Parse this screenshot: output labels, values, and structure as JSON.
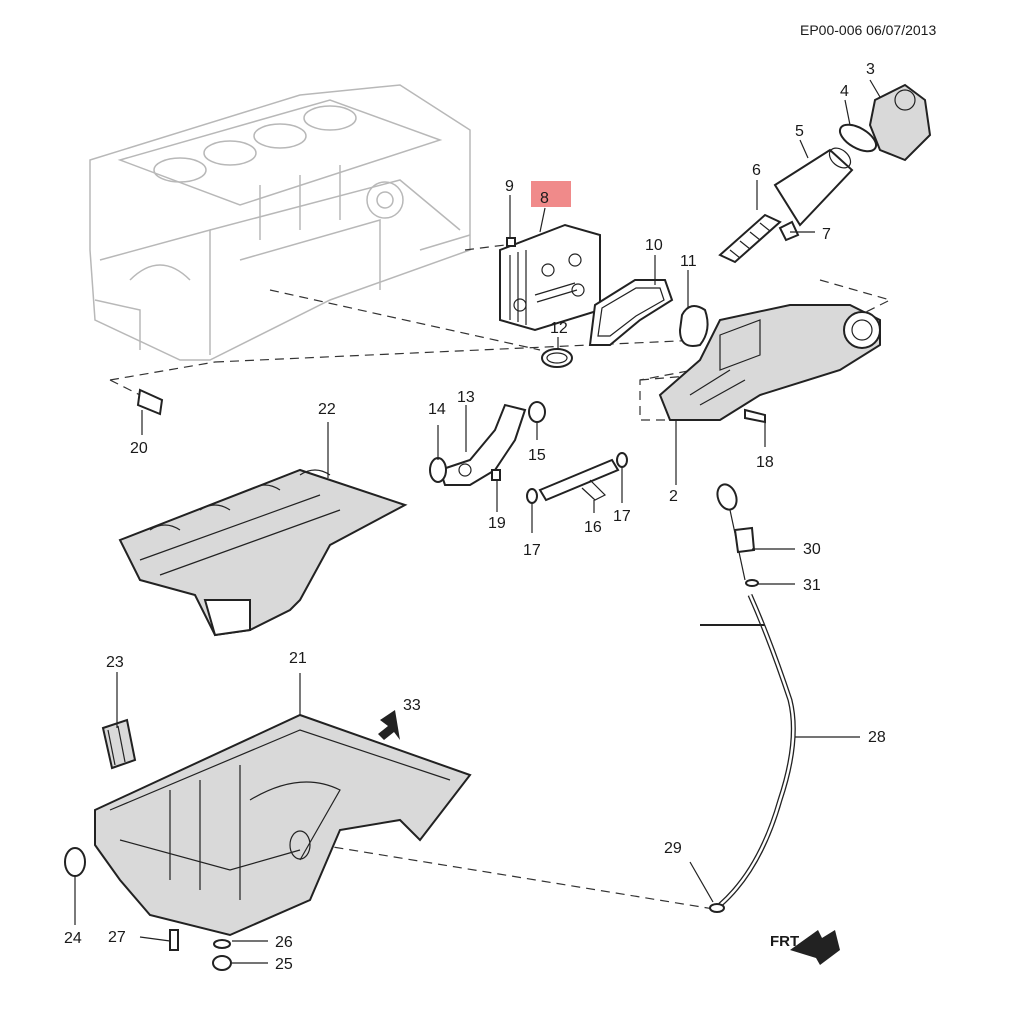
{
  "header": {
    "ref": "EP00-006 06/07/2013"
  },
  "highlight": {
    "label": "8",
    "color": "#f08a8a"
  },
  "direction_marker": {
    "label": "FRT"
  },
  "callouts": {
    "c2": "2",
    "c3": "3",
    "c4": "4",
    "c5": "5",
    "c6": "6",
    "c7": "7",
    "c9": "9",
    "c10": "10",
    "c11": "11",
    "c12": "12",
    "c13": "13",
    "c14": "14",
    "c15": "15",
    "c16": "16",
    "c17a": "17",
    "c17b": "17",
    "c18": "18",
    "c19": "19",
    "c20": "20",
    "c21": "21",
    "c22": "22",
    "c23": "23",
    "c24": "24",
    "c25": "25",
    "c26": "26",
    "c27": "27",
    "c28": "28",
    "c29": "29",
    "c30": "30",
    "c31": "31",
    "c33": "33"
  }
}
